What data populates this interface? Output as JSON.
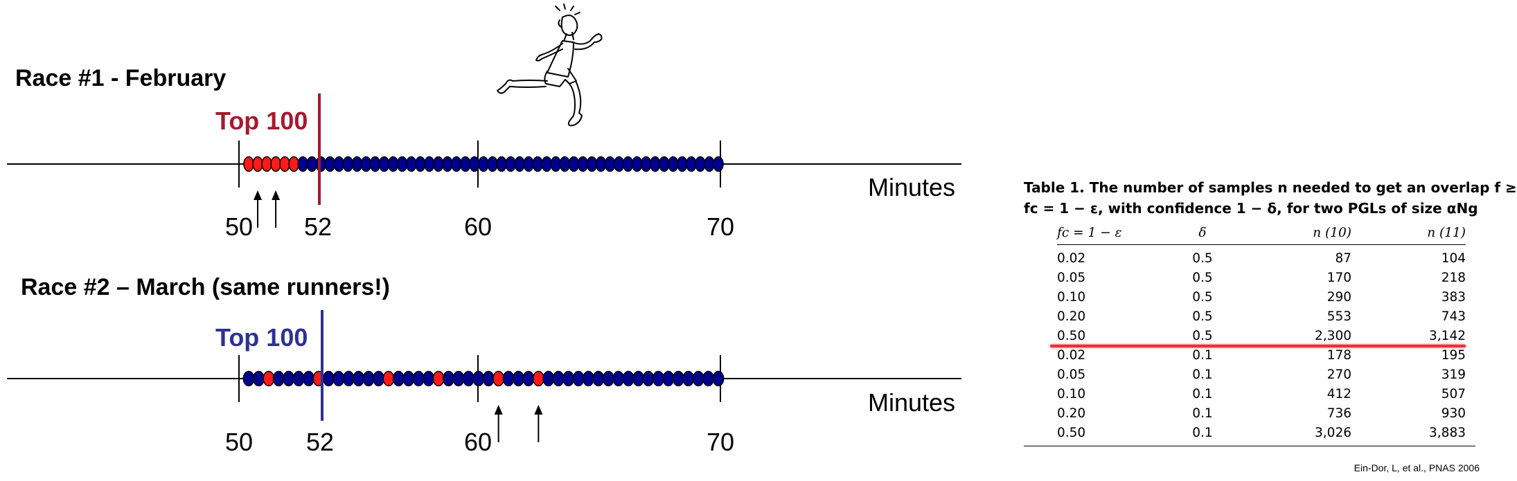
{
  "race1": {
    "title": "Race #1 - February",
    "top_label": "Top 100",
    "axis_label": "Minutes",
    "ticks": [
      "50",
      "52",
      "60",
      "70"
    ],
    "cutoff_color": "#a6192e",
    "runners": [
      "red",
      "red",
      "red",
      "red",
      "red",
      "red",
      "blue",
      "blue",
      "blue",
      "blue",
      "blue",
      "blue",
      "blue",
      "blue",
      "blue",
      "blue",
      "blue",
      "blue",
      "blue",
      "blue",
      "blue",
      "blue",
      "blue",
      "blue",
      "blue",
      "blue",
      "blue",
      "blue",
      "blue",
      "blue",
      "blue",
      "blue",
      "blue",
      "blue",
      "blue",
      "blue",
      "blue",
      "blue",
      "blue",
      "blue",
      "blue",
      "blue",
      "blue",
      "blue",
      "blue",
      "blue",
      "blue",
      "blue",
      "blue",
      "blue",
      "blue",
      "blue",
      "blue"
    ],
    "arrows_under_runner": [
      1,
      3
    ]
  },
  "race2": {
    "title": "Race #2 – March (same runners!)",
    "top_label": "Top 100",
    "axis_label": "Minutes",
    "ticks": [
      "50",
      "52",
      "60",
      "70"
    ],
    "cutoff_color": "#2e3191",
    "runners": [
      "blue",
      "blue",
      "red",
      "blue",
      "blue",
      "blue",
      "blue",
      "red",
      "blue",
      "blue",
      "blue",
      "blue",
      "blue",
      "blue",
      "red",
      "blue",
      "blue",
      "blue",
      "blue",
      "red",
      "blue",
      "blue",
      "blue",
      "blue",
      "blue",
      "red",
      "blue",
      "blue",
      "blue",
      "red",
      "blue",
      "blue",
      "blue",
      "blue",
      "blue",
      "blue",
      "blue",
      "blue",
      "blue",
      "blue",
      "blue",
      "blue",
      "blue",
      "blue",
      "blue",
      "blue",
      "blue",
      "blue"
    ],
    "arrows_under_runner": [
      25,
      29
    ]
  },
  "colors": {
    "red": "#ff1a1a",
    "blue": "#00008f",
    "outline": "#000000"
  },
  "illustration": "running-man-icon",
  "table": {
    "caption_line1": "Table 1. The number of samples n needed to get an overlap f ≥",
    "caption_line2": "fc = 1 − ε, with confidence 1 − δ, for two PGLs of size αNg",
    "headers": [
      "fc = 1 − ε",
      "δ",
      "n (10)",
      "n (11)"
    ],
    "rows": [
      [
        "0.02",
        "0.5",
        "87",
        "104"
      ],
      [
        "0.05",
        "0.5",
        "170",
        "218"
      ],
      [
        "0.10",
        "0.5",
        "290",
        "383"
      ],
      [
        "0.20",
        "0.5",
        "553",
        "743"
      ],
      [
        "0.50",
        "0.5",
        "2,300",
        "3,142"
      ],
      [
        "0.02",
        "0.1",
        "178",
        "195"
      ],
      [
        "0.05",
        "0.1",
        "270",
        "319"
      ],
      [
        "0.10",
        "0.1",
        "412",
        "507"
      ],
      [
        "0.20",
        "0.1",
        "736",
        "930"
      ],
      [
        "0.50",
        "0.1",
        "3,026",
        "3,883"
      ]
    ],
    "highlight_after_row": 4,
    "highlight_color": "#e8323a"
  },
  "citation": "Ein-Dor, L, et al., PNAS 2006"
}
